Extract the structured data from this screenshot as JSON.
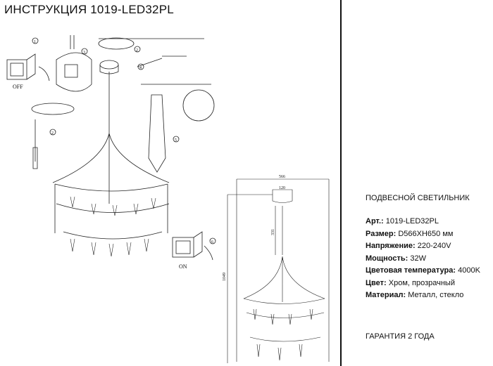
{
  "title": "ИНСТРУКЦИЯ 1019-LED32PL",
  "product_type": "ПОДВЕСНОЙ СВЕТИЛЬНИК",
  "specs": [
    {
      "label": "Арт.:",
      "value": "1019-LED32PL"
    },
    {
      "label": "Размер:",
      "value": "D566XH650 мм"
    },
    {
      "label": "Напряжение:",
      "value": "220-240V"
    },
    {
      "label": "Мощность:",
      "value": "32W"
    },
    {
      "label": "Цветовая температура:",
      "value": "4000K"
    },
    {
      "label": "Цвет:",
      "value": "Хром, прозрачный"
    },
    {
      "label": "Материал:",
      "value": "Металл, стекло"
    }
  ],
  "warranty": "ГАРАНТИЯ 2 ГОДА",
  "diagram": {
    "off_label": "OFF",
    "on_label": "ON",
    "steps": [
      "1",
      "2",
      "3",
      "4",
      "5",
      "6",
      "2"
    ],
    "dimensions": {
      "width": "566",
      "canopy": "120",
      "rod": "331",
      "height": "1049"
    }
  }
}
